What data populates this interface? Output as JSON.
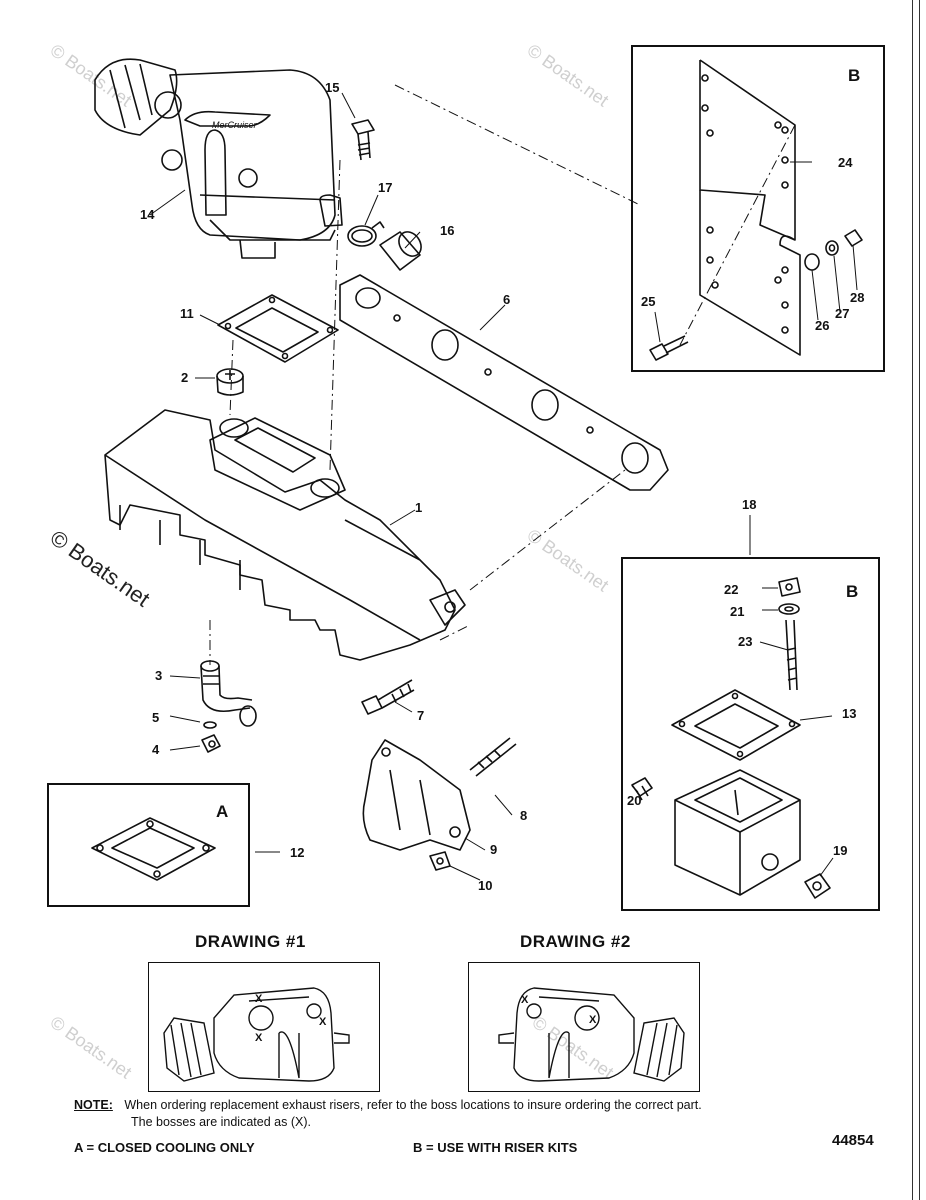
{
  "watermark": "© Boats.net",
  "panel_b_top": {
    "label": "B"
  },
  "panel_b_riser": {
    "label": "B"
  },
  "panel_a": {
    "label": "A"
  },
  "callouts": {
    "c1": "1",
    "c2": "2",
    "c3": "3",
    "c4": "4",
    "c5": "5",
    "c6": "6",
    "c7": "7",
    "c8": "8",
    "c9": "9",
    "c10": "10",
    "c11": "11",
    "c12": "12",
    "c13": "13",
    "c14": "14",
    "c15": "15",
    "c16": "16",
    "c17": "17",
    "c18": "18",
    "c19": "19",
    "c20": "20",
    "c21": "21",
    "c22": "22",
    "c23": "23",
    "c24": "24",
    "c25": "25",
    "c26": "26",
    "c27": "27",
    "c28": "28"
  },
  "drawings": {
    "d1_title": "DRAWING #1",
    "d2_title": "DRAWING #2",
    "boss_mark": "X"
  },
  "note": {
    "label": "NOTE:",
    "line1": "When ordering replacement exhaust risers, refer to the boss locations to insure ordering the correct part.",
    "line2": "The bosses are indicated as (X)."
  },
  "legend": {
    "a": "A = CLOSED COOLING ONLY",
    "b": "B = USE WITH RISER KITS"
  },
  "diagram_number": "44854"
}
